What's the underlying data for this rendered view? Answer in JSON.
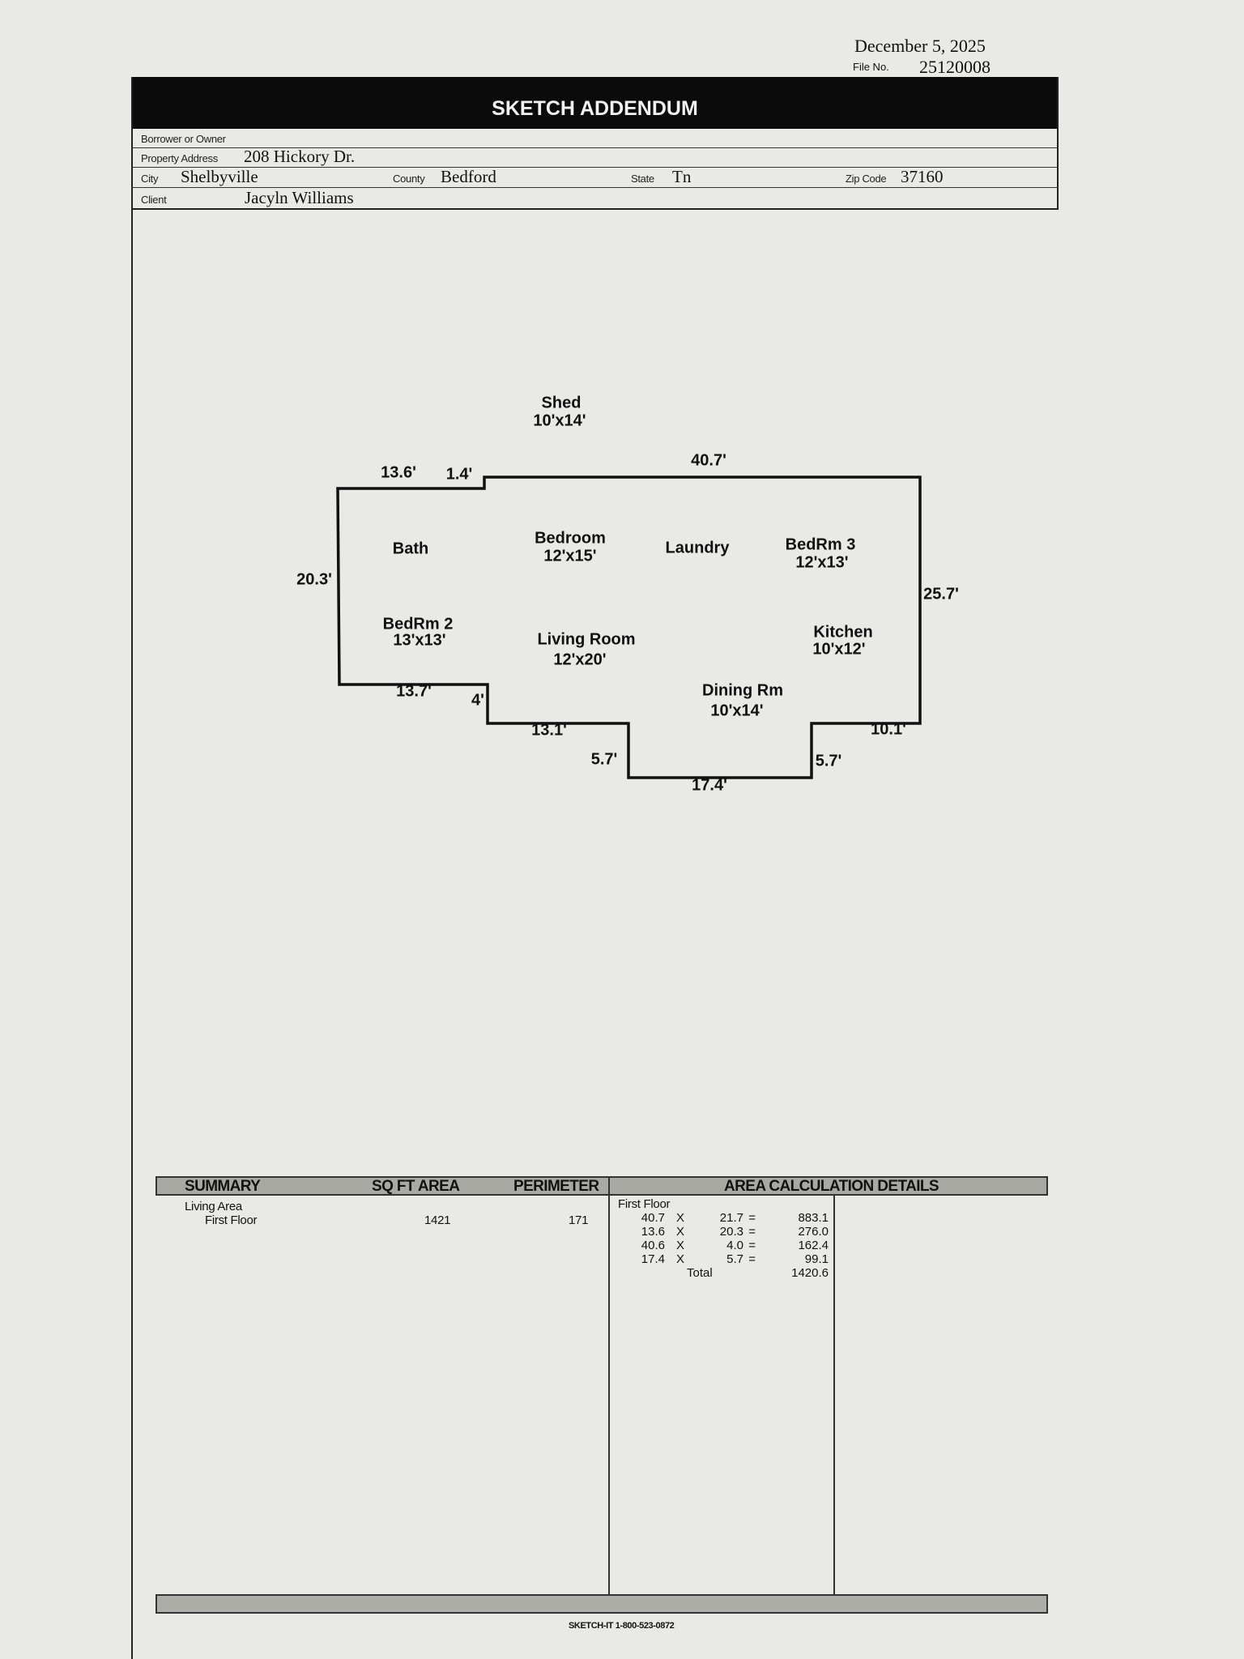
{
  "header": {
    "date": "December 5, 2025",
    "file_no_label": "File No.",
    "file_no": "25120008",
    "title": "SKETCH ADDENDUM"
  },
  "fields": {
    "borrower_label": "Borrower or Owner",
    "borrower": "",
    "address_label": "Property Address",
    "address": "208 Hickory Dr.",
    "city_label": "City",
    "city": "Shelbyville",
    "county_label": "County",
    "county": "Bedford",
    "state_label": "State",
    "state": "Tn",
    "zip_label": "Zip Code",
    "zip": "37160",
    "client_label": "Client",
    "client": "Jacyln Williams"
  },
  "sketch": {
    "rooms": [
      {
        "name": "Shed",
        "size": "10'x14'"
      },
      {
        "name": "Bath",
        "size": ""
      },
      {
        "name": "Bedroom",
        "size": "12'x15'"
      },
      {
        "name": "Laundry",
        "size": ""
      },
      {
        "name": "BedRm 3",
        "size": "12'x13'"
      },
      {
        "name": "BedRm 2",
        "size": "13'x13'"
      },
      {
        "name": "Living Room",
        "size": "12'x20'"
      },
      {
        "name": "Kitchen",
        "size": "10'x12'"
      },
      {
        "name": "Dining Rm",
        "size": "10'x14'"
      }
    ],
    "dimensions": [
      "40.7'",
      "13.6'",
      "1.4'",
      "20.3'",
      "25.7'",
      "13.7'",
      "4'",
      "13.1'",
      "5.7'",
      "10.1'",
      "5.7'",
      "17.4'"
    ]
  },
  "summary": {
    "headers": {
      "summary": "SUMMARY",
      "sqft": "SQ FT AREA",
      "perimeter": "PERIMETER",
      "details": "AREA CALCULATION DETAILS"
    },
    "category": "Living Area",
    "floor": "First Floor",
    "sqft": "1421",
    "perimeter": "171",
    "details_floor": "First Floor",
    "calc_rows": [
      {
        "a": "40.7",
        "x": "X",
        "b": "21.7",
        "eq": "=",
        "r": "883.1"
      },
      {
        "a": "13.6",
        "x": "X",
        "b": "20.3",
        "eq": "=",
        "r": "276.0"
      },
      {
        "a": "40.6",
        "x": "X",
        "b": "4.0",
        "eq": "=",
        "r": "162.4"
      },
      {
        "a": "17.4",
        "x": "X",
        "b": "5.7",
        "eq": "=",
        "r": "99.1"
      }
    ],
    "total_label": "Total",
    "total": "1420.6"
  },
  "footer": "SKETCH-IT 1-800-523-0872"
}
